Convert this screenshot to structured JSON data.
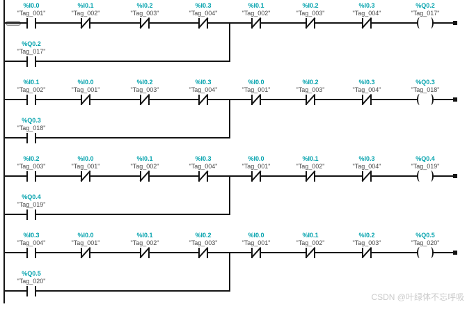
{
  "watermark": "CSDN @叶绿体不忘呼吸",
  "colors": {
    "operand_address": "#00a1ac",
    "operand_tag": "#4a4a4a",
    "wire": "#141414",
    "watermark": "#cbcbcb",
    "selection_handle_fill": "#d6d6d6"
  },
  "rungs": [
    {
      "main": [
        {
          "type": "no",
          "address": "%I0.0",
          "tag": "\"Tag_001\""
        },
        {
          "type": "nc",
          "address": "%I0.1",
          "tag": "\"Tag_002\""
        },
        {
          "type": "nc",
          "address": "%I0.2",
          "tag": "\"Tag_003\""
        },
        {
          "type": "nc",
          "address": "%I0.3",
          "tag": "\"Tag_004\""
        },
        {
          "type": "nc",
          "address": "%I0.1",
          "tag": "\"Tag_002\""
        },
        {
          "type": "nc",
          "address": "%I0.2",
          "tag": "\"Tag_003\""
        },
        {
          "type": "nc",
          "address": "%I0.3",
          "tag": "\"Tag_004\""
        },
        {
          "type": "coil",
          "address": "%Q0.2",
          "tag": "\"Tag_017\""
        }
      ],
      "branch": {
        "type": "no",
        "address": "%Q0.2",
        "tag": "\"Tag_017\""
      }
    },
    {
      "main": [
        {
          "type": "no",
          "address": "%I0.1",
          "tag": "\"Tag_002\""
        },
        {
          "type": "nc",
          "address": "%I0.0",
          "tag": "\"Tag_001\""
        },
        {
          "type": "nc",
          "address": "%I0.2",
          "tag": "\"Tag_003\""
        },
        {
          "type": "nc",
          "address": "%I0.3",
          "tag": "\"Tag_004\""
        },
        {
          "type": "nc",
          "address": "%I0.0",
          "tag": "\"Tag_001\""
        },
        {
          "type": "nc",
          "address": "%I0.2",
          "tag": "\"Tag_003\""
        },
        {
          "type": "nc",
          "address": "%I0.3",
          "tag": "\"Tag_004\""
        },
        {
          "type": "coil",
          "address": "%Q0.3",
          "tag": "\"Tag_018\""
        }
      ],
      "branch": {
        "type": "no",
        "address": "%Q0.3",
        "tag": "\"Tag_018\""
      }
    },
    {
      "main": [
        {
          "type": "no",
          "address": "%I0.2",
          "tag": "\"Tag_003\""
        },
        {
          "type": "nc",
          "address": "%I0.0",
          "tag": "\"Tag_001\""
        },
        {
          "type": "nc",
          "address": "%I0.1",
          "tag": "\"Tag_002\""
        },
        {
          "type": "nc",
          "address": "%I0.3",
          "tag": "\"Tag_004\""
        },
        {
          "type": "nc",
          "address": "%I0.0",
          "tag": "\"Tag_001\""
        },
        {
          "type": "nc",
          "address": "%I0.1",
          "tag": "\"Tag_002\""
        },
        {
          "type": "nc",
          "address": "%I0.3",
          "tag": "\"Tag_004\""
        },
        {
          "type": "coil",
          "address": "%Q0.4",
          "tag": "\"Tag_019\""
        }
      ],
      "branch": {
        "type": "no",
        "address": "%Q0.4",
        "tag": "\"Tag_019\""
      }
    },
    {
      "main": [
        {
          "type": "no",
          "address": "%I0.3",
          "tag": "\"Tag_004\""
        },
        {
          "type": "nc",
          "address": "%I0.0",
          "tag": "\"Tag_001\""
        },
        {
          "type": "nc",
          "address": "%I0.1",
          "tag": "\"Tag_002\""
        },
        {
          "type": "nc",
          "address": "%I0.2",
          "tag": "\"Tag_003\""
        },
        {
          "type": "nc",
          "address": "%I0.0",
          "tag": "\"Tag_001\""
        },
        {
          "type": "nc",
          "address": "%I0.1",
          "tag": "\"Tag_002\""
        },
        {
          "type": "nc",
          "address": "%I0.2",
          "tag": "\"Tag_003\""
        },
        {
          "type": "coil",
          "address": "%Q0.5",
          "tag": "\"Tag_020\""
        }
      ],
      "branch": {
        "type": "no",
        "address": "%Q0.5",
        "tag": "\"Tag_020\""
      }
    }
  ]
}
